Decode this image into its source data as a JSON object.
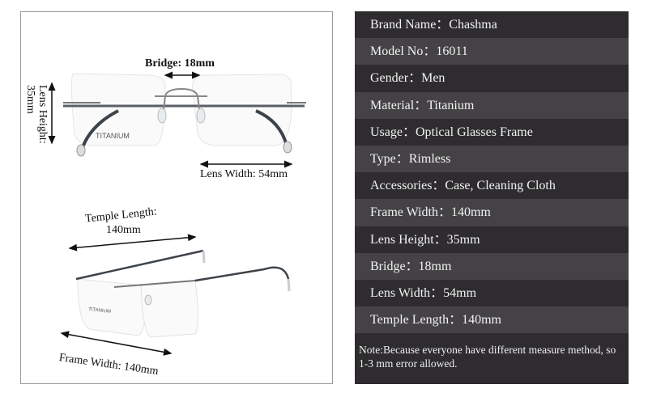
{
  "left_panel": {
    "bridge_label": "Bridge: 18mm",
    "lens_height_label": "Lens Height: 35mm",
    "lens_width_label": "Lens Width: 54mm",
    "temple_length_label_line1": "Temple Length:",
    "temple_length_label_line2": "140mm",
    "frame_width_label": "Frame Width:  140mm",
    "lens_print": "TITANIUM"
  },
  "specs": [
    {
      "text": "Brand Name：Chashma"
    },
    {
      "text": "Model No：16011"
    },
    {
      "text": "Gender：Men"
    },
    {
      "text": "Material：Titanium"
    },
    {
      "text": "Usage：Optical Glasses Frame"
    },
    {
      "text": "Type：Rimless"
    },
    {
      "text": "Accessories：Case, Cleaning Cloth"
    },
    {
      "text": "Frame Width：140mm"
    },
    {
      "text": "Lens Height：35mm"
    },
    {
      "text": "Bridge：18mm"
    },
    {
      "text": "Lens Width：54mm"
    },
    {
      "text": "Temple Length：140mm"
    }
  ],
  "note": "Note:Because everyone have different measure method, so 1-3 mm error allowed.",
  "colors": {
    "row_dark": "#2e2c2f",
    "row_light": "#444245"
  }
}
